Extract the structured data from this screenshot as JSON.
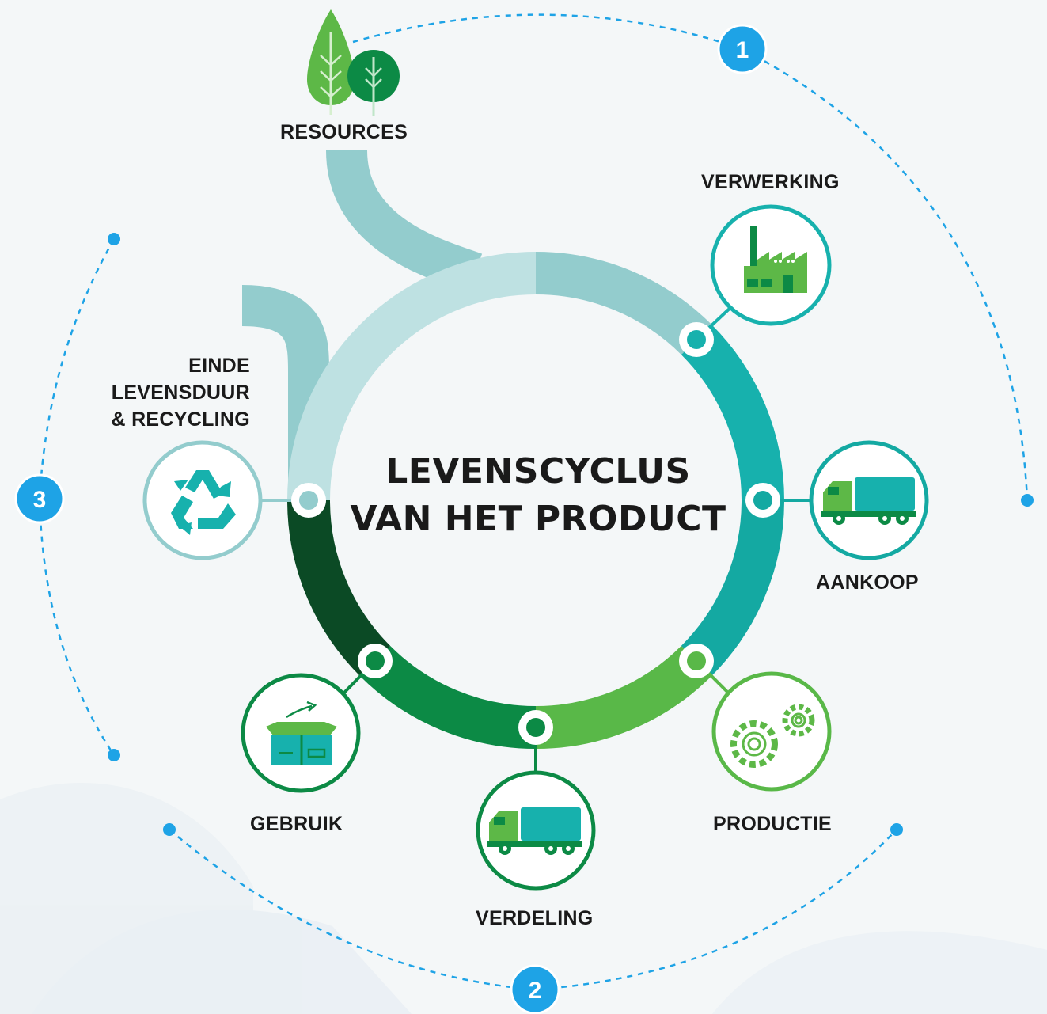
{
  "title": {
    "line1": "LEVENSCYCLUS",
    "line2": "VAN HET PRODUCT"
  },
  "stages": {
    "resources": "RESOURCES",
    "verwerking": "VERWERKING",
    "aankoop": "AANKOOP",
    "productie": "PRODUCTIE",
    "verdeling": "VERDELING",
    "gebruik": "GEBRUIK",
    "einde_line1": "EINDE",
    "einde_line2": "LEVENSDUUR",
    "einde_line3": "& RECYCLING"
  },
  "badges": {
    "one": "1",
    "two": "2",
    "three": "3"
  },
  "icons": [
    "tree-icon",
    "factory-icon",
    "truck-icon",
    "gears-icon",
    "box-icon",
    "recycle-icon"
  ],
  "colors": {
    "light_teal": "#93cccd",
    "pale_teal": "#bee1e2",
    "teal": "#17b1ad",
    "light_green": "#59b848",
    "green": "#0c8a45",
    "dark_green": "#0b4a25",
    "blue": "#1ea3e6"
  }
}
